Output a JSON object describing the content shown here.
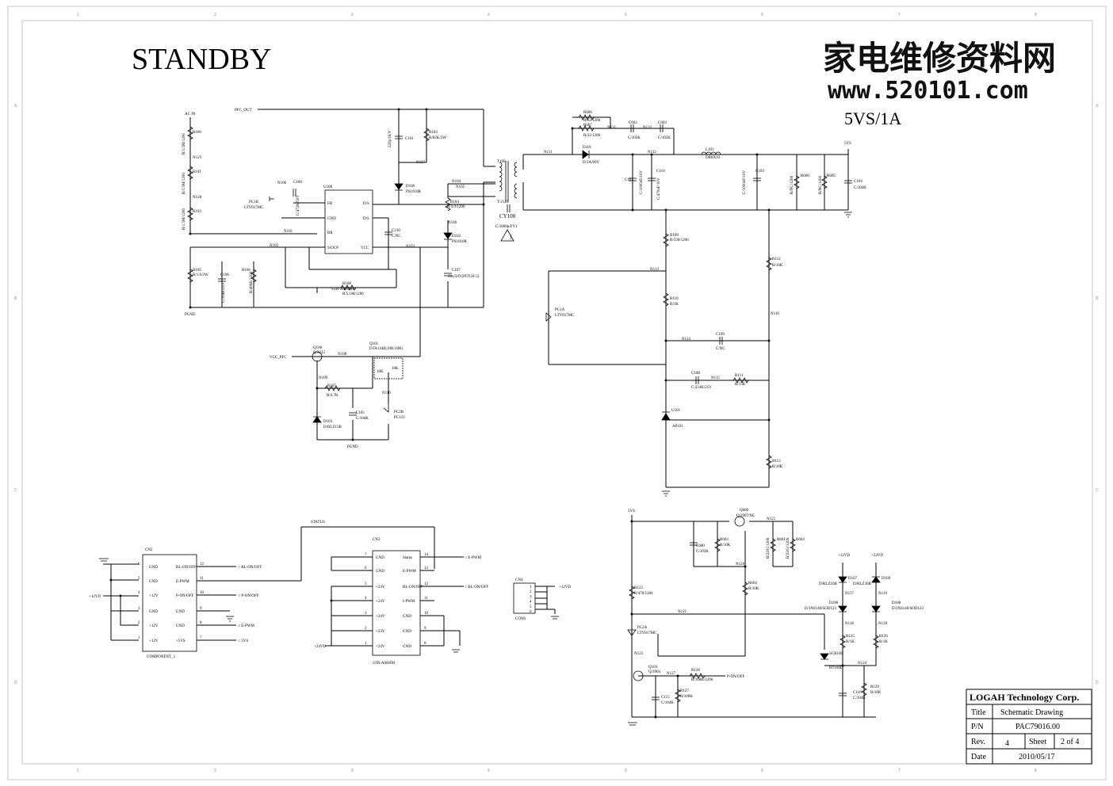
{
  "title": "STANDBY",
  "watermark": {
    "chinese": "家电维修资料网",
    "url": "www.520101.com"
  },
  "rating": "5VS/1A",
  "title_block": {
    "company": "LOGAH Technology Corp.",
    "title_label": "Title",
    "title_value": "Schematic Drawing",
    "pn_label": "P/N",
    "pn_value": "PAC79016.00",
    "rev_label": "Rev.",
    "rev_value": "4",
    "sheet_label": "Sheet",
    "sheet_value": "2 of 4",
    "date_label": "Date",
    "date_value": "2010/05/17"
  },
  "border": {
    "cols": [
      "1",
      "2",
      "3",
      "4",
      "5",
      "6",
      "7",
      "8"
    ],
    "rows": [
      "A",
      "B",
      "C",
      "D"
    ]
  },
  "nets": {
    "ac_in": "AC IN",
    "pfc_out": "PFC_OUT",
    "pgnd1": "PGND",
    "pgnd2": "PGND",
    "vcc_pfc": "VCC_PFC",
    "v5vs_a": "5VS",
    "v5vs_b": "5VS",
    "status": "STATUS",
    "n125": "N125",
    "n128": "N128",
    "n100": "N100",
    "n101": "N101",
    "n102": "N102",
    "n103": "N103",
    "n104": "N104",
    "n105": "N105",
    "n106": "N106",
    "n107": "N107",
    "n111": "N111",
    "n131": "N131",
    "n132": "N132",
    "n112": "N112",
    "n113": "N113",
    "n114": "N114",
    "n115": "N115",
    "n116": "N116",
    "n108": "N108",
    "n109": "N109",
    "n110": "N110",
    "n125b": "N125",
    "n126": "N126",
    "n121": "N121",
    "n123": "N123",
    "n127": "N127",
    "n117": "N117",
    "n118": "N118",
    "n119": "N119",
    "n120": "N120",
    "n124": "N124",
    "p12vd_a": "+12VD",
    "p24vd_a": "+24VD"
  },
  "components": {
    "r100": {
      "ref": "R100",
      "val": "R/1.5M/1206"
    },
    "r101": {
      "ref": "R101",
      "val": "R/1.5M/1206"
    },
    "r102": {
      "ref": "R102",
      "val": "R/1.5M/1206"
    },
    "r103": {
      "ref": "R103",
      "val": "R/82K/2W"
    },
    "c101": {
      "ref": "C101",
      "val": "220p/1KV"
    },
    "d100": {
      "ref": "D100",
      "val": "PS1010R"
    },
    "c100": {
      "ref": "C100",
      "val": "C/472K/50V"
    },
    "pc1b": {
      "ref": "PC1B",
      "val": "LTV817MC"
    },
    "u100": {
      "ref": "U100",
      "val": "STR-A6069H"
    },
    "u100_fb": "FB",
    "u100_gnd": "GND",
    "u100_br": "BR",
    "u100_socp": "S/OCP",
    "u100_d1": "D/S",
    "u100_d2": "D/S",
    "u100_vcc": "VCC",
    "c210": {
      "ref": "C210",
      "val": "C/NC"
    },
    "r105": {
      "ref": "R105",
      "val": "R/1.6/2W"
    },
    "c106": {
      "ref": "C106",
      "val": "C/104K/25V"
    },
    "r106": {
      "ref": "R106",
      "val": "R/499K/1206"
    },
    "r108": {
      "ref": "R108",
      "val": "R/5.1M/1206"
    },
    "t100": {
      "ref": "T100",
      "val": "T-2125"
    },
    "r104": {
      "ref": "R104",
      "val": "R/3.9/1206"
    },
    "d102": {
      "ref": "D102",
      "val": "PS1010R"
    },
    "c107": {
      "ref": "C107",
      "val": "22u/50V(PITCH-5)"
    },
    "cy100": {
      "ref": "CY100",
      "val": "C/1000p/FY1"
    },
    "r606": {
      "ref": "R606",
      "val": "R/22/1206"
    },
    "r607": {
      "ref": "R607",
      "val": "R/22/1206"
    },
    "c602": {
      "ref": "C602",
      "val": "C/102K"
    },
    "c603": {
      "ref": "C603",
      "val": "C/102K"
    },
    "d101": {
      "ref": "D101",
      "val": "D/3A/60V"
    },
    "c102": {
      "ref": "C102",
      "val": "C/1000uF/10V"
    },
    "c110": {
      "ref": "C110",
      "val": "C/470uF/10V"
    },
    "l101": {
      "ref": "L101",
      "val": "DR8X10"
    },
    "c103": {
      "ref": "C103",
      "val": "C/1000uF/10V"
    },
    "r600": {
      "ref": "R600",
      "val": "R/NC/1206"
    },
    "r605": {
      "ref": "R605",
      "val": "R/NC/1206"
    },
    "c104": {
      "ref": "C104",
      "val": "C/104K"
    },
    "r109": {
      "ref": "R109",
      "val": "R/330/1206"
    },
    "r112": {
      "ref": "R112",
      "val": "R/10K"
    },
    "pc1a": {
      "ref": "PC1A",
      "val": "LTV817MC"
    },
    "r110": {
      "ref": "R110",
      "val": "R/1K"
    },
    "c109": {
      "ref": "C109",
      "val": "C/NC"
    },
    "c108": {
      "ref": "C108",
      "val": "C/224K/25V"
    },
    "r111": {
      "ref": "R111",
      "val": "R/15K"
    },
    "u101": {
      "ref": "U101",
      "val": "AP431"
    },
    "r113": {
      "ref": "R113",
      "val": "R/10K"
    },
    "q100": {
      "ref": "Q100",
      "val": "Q/2222"
    },
    "q101": {
      "ref": "Q101",
      "val": "DTA144E(10K/10K)"
    },
    "r107": {
      "ref": "R107",
      "val": "R/4.7K"
    },
    "d103": {
      "ref": "D103",
      "val": "D/RLZ15B"
    },
    "c105": {
      "ref": "C105",
      "val": "C/104K"
    },
    "pc2b": {
      "ref": "PC2B",
      "val": "PC123"
    },
    "q101_r1": "10K",
    "q101_r2": "10K",
    "cn2": {
      "ref": "CN2",
      "val": "COMPONENT_1"
    },
    "cn3": {
      "ref": "CN3",
      "val": "STR-A6069H"
    },
    "cn4": {
      "ref": "CN4",
      "val": "CON6"
    },
    "c600": {
      "ref": "C600",
      "val": "C/102K"
    },
    "r603": {
      "ref": "R603",
      "val": "R/10K"
    },
    "q600": {
      "ref": "Q600",
      "val": "Q/2907/NC"
    },
    "r601": {
      "ref": "R601",
      "val": "R/2201/1206"
    },
    "r602": {
      "ref": "R602",
      "val": "R/2201/1206"
    },
    "r604": {
      "ref": "R604",
      "val": "R/10K"
    },
    "r123": {
      "ref": "R123",
      "val": "R/470/1206"
    },
    "pc2a": {
      "ref": "PC2A",
      "val": "LTV817MC"
    },
    "q103": {
      "ref": "Q103",
      "val": "Q/3904"
    },
    "r128": {
      "ref": "R128",
      "val": "R/100K/1206"
    },
    "c115": {
      "ref": "C115",
      "val": "C/104K"
    },
    "r127": {
      "ref": "R127",
      "val": "R/100K"
    },
    "d107": {
      "ref": "D107",
      "val": "D/RLZ16B"
    },
    "d109": {
      "ref": "D109",
      "val": "D/RLZ30B"
    },
    "d106": {
      "ref": "D106",
      "val": "D/1N4148/SOD123"
    },
    "d108": {
      "ref": "D108",
      "val": "D/1N4148/SOD123"
    },
    "r125": {
      "ref": "R125",
      "val": "R/1K"
    },
    "r126": {
      "ref": "R126",
      "val": "R/1K"
    },
    "scr100": {
      "ref": "SCR100",
      "val": "BT169D"
    },
    "c116": {
      "ref": "C116",
      "val": "C/104K"
    },
    "r129": {
      "ref": "R129",
      "val": "R/10K"
    }
  },
  "cn2_pins": [
    {
      "n": "6",
      "name": "GND"
    },
    {
      "n": "5",
      "name": "GND"
    },
    {
      "n": "4",
      "name": "+12V"
    },
    {
      "n": "3",
      "name": "GND"
    },
    {
      "n": "2",
      "name": "+12V"
    },
    {
      "n": "1",
      "name": "+12V"
    }
  ],
  "cn2_rpins": [
    {
      "n": "12",
      "name": "BL-ON/OFF",
      "sig": "BL-ON/OFF"
    },
    {
      "n": "11",
      "name": "E-PWM",
      "sig": ""
    },
    {
      "n": "10",
      "name": "P-ON/OFF",
      "sig": "P-ON/OFF"
    },
    {
      "n": "9",
      "name": "GND",
      "sig": ""
    },
    {
      "n": "8",
      "name": "GND",
      "sig": "E-PWM"
    },
    {
      "n": "7",
      "name": "+5VS",
      "sig": "5VS"
    }
  ],
  "cn3_pins": [
    {
      "n": "7",
      "name": "GND"
    },
    {
      "n": "6",
      "name": "GND"
    },
    {
      "n": "5",
      "name": "+24V"
    },
    {
      "n": "4",
      "name": "+24V"
    },
    {
      "n": "3",
      "name": "+24V"
    },
    {
      "n": "2",
      "name": "+24V"
    },
    {
      "n": "1",
      "name": "+24V"
    }
  ],
  "cn3_rpins": [
    {
      "n": "14",
      "name": "Status",
      "sig": "E-PWM"
    },
    {
      "n": "13",
      "name": "E-PWM",
      "sig": ""
    },
    {
      "n": "12",
      "name": "BL-ON/OFF",
      "sig": "BL-ON/OFF"
    },
    {
      "n": "11",
      "name": "I-PWM",
      "sig": ""
    },
    {
      "n": "10",
      "name": "GND",
      "sig": ""
    },
    {
      "n": "9",
      "name": "GND",
      "sig": ""
    },
    {
      "n": "8",
      "name": "GND",
      "sig": ""
    }
  ],
  "cn4_pins": [
    "1",
    "2",
    "3",
    "4",
    "5",
    "6"
  ],
  "cn4_sig": "+12VD",
  "cn2_12vd": "+12VD",
  "cn3_24vd": "+24VD",
  "q600_nets": {
    "p_on_off": "P-ON/OFF"
  },
  "caution": "!"
}
